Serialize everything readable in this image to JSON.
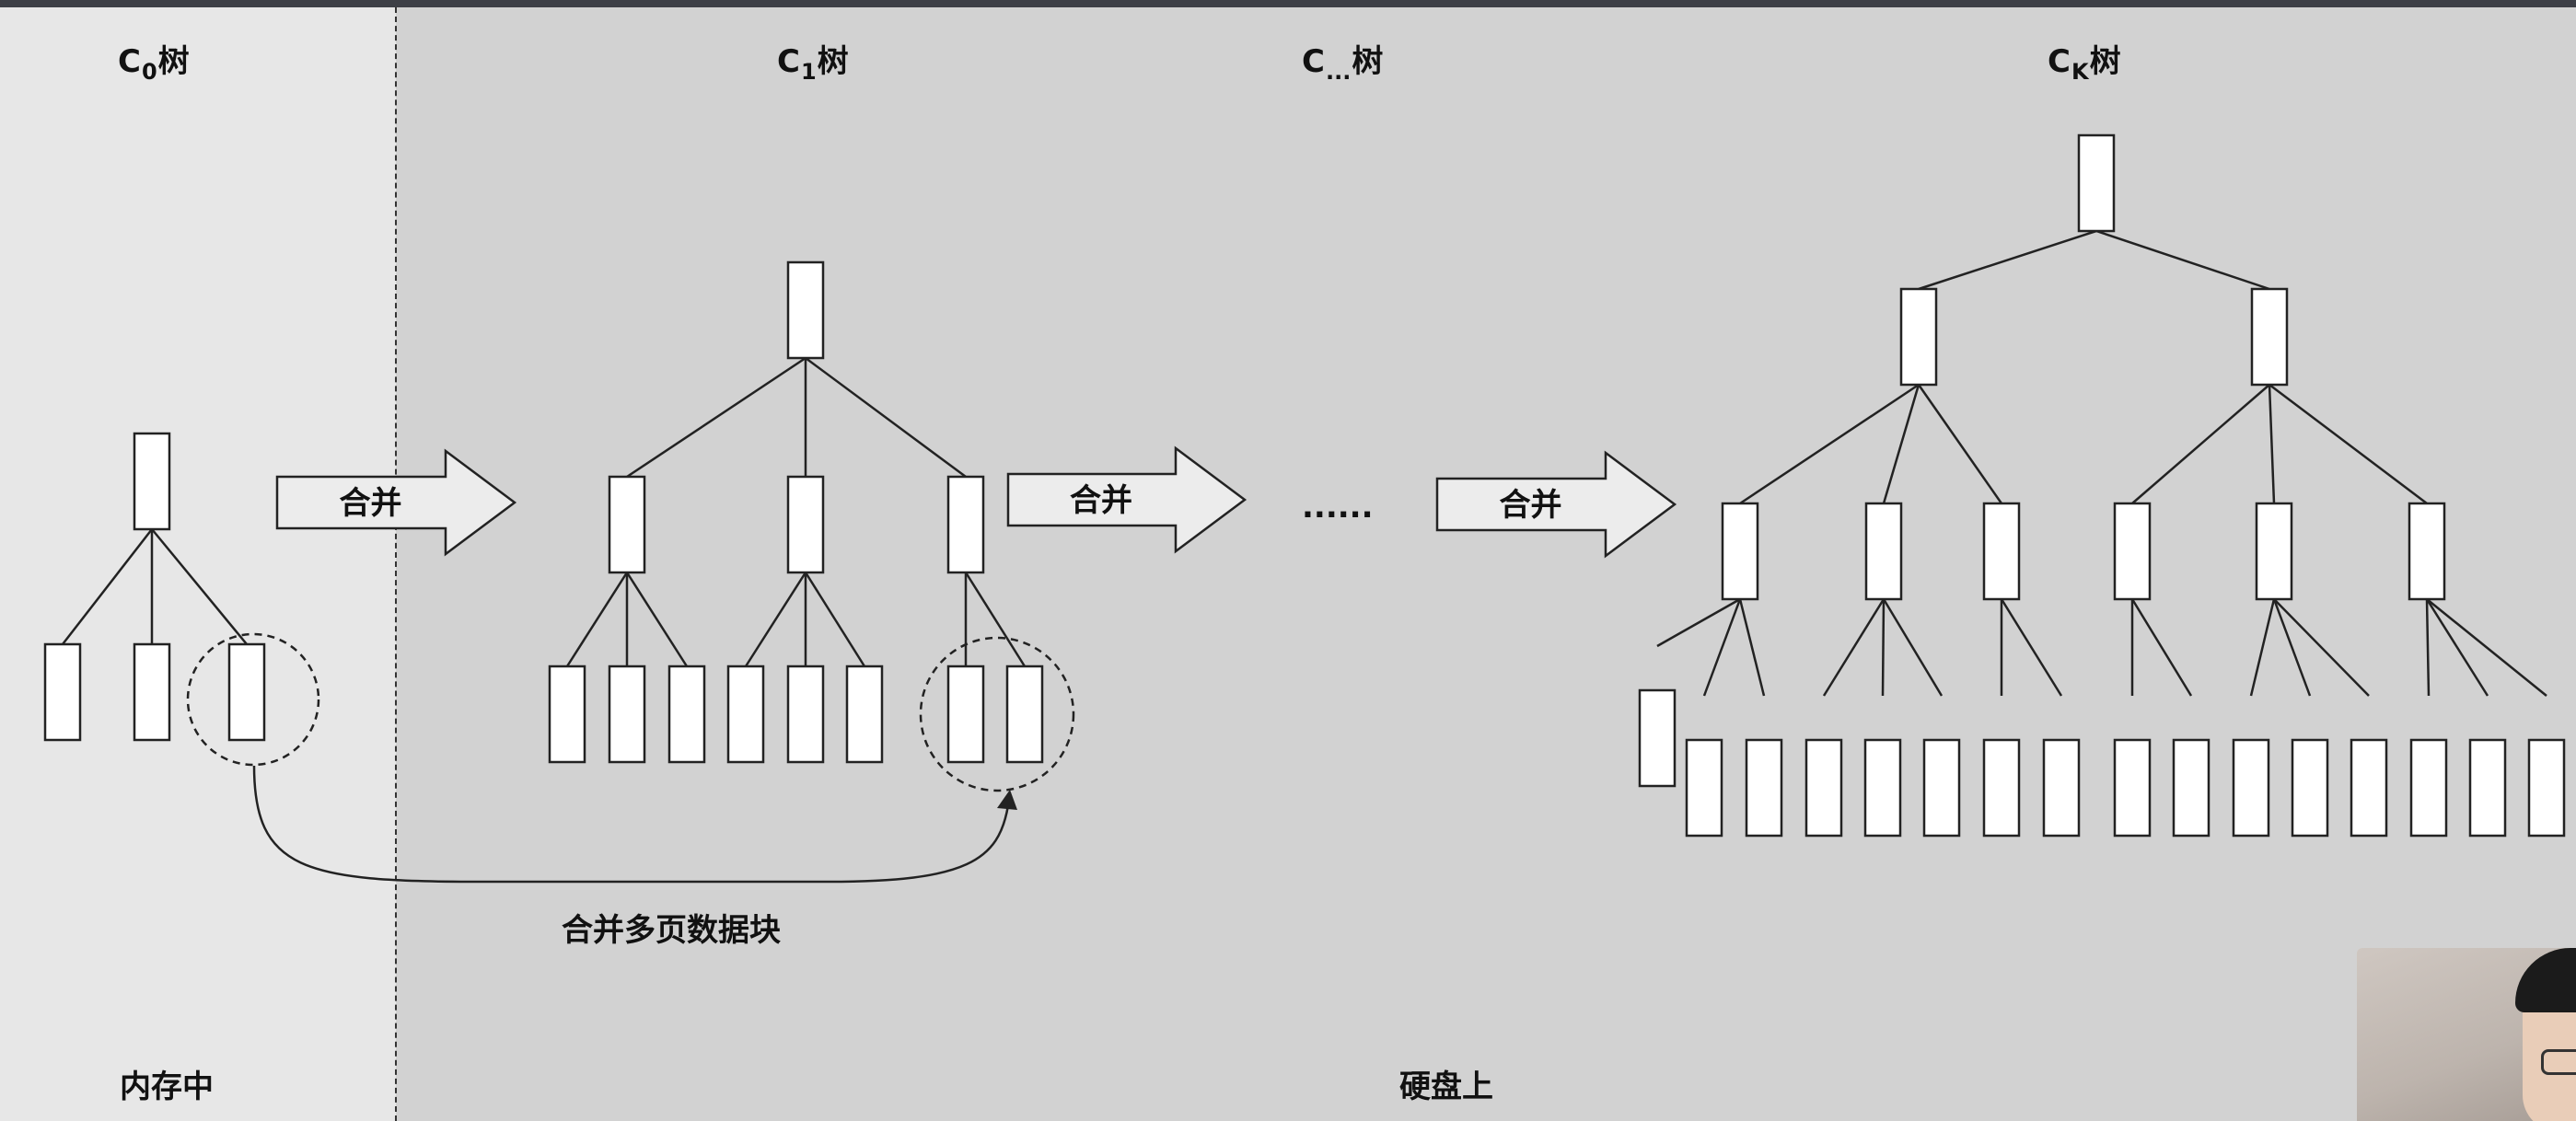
{
  "trees": {
    "c0": {
      "main": "C",
      "sub": "0",
      "suffix": "树"
    },
    "c1": {
      "main": "C",
      "sub": "1",
      "suffix": "树"
    },
    "cdots": {
      "main": "C",
      "sub": "...",
      "suffix": "树"
    },
    "ck": {
      "main": "C",
      "sub": "K",
      "suffix": "树"
    }
  },
  "arrows": {
    "merge_label": "合并"
  },
  "ellipsis": "......",
  "curve_label": "合并多页数据块",
  "zones": {
    "memory": "内存中",
    "disk": "硬盘上"
  },
  "colors": {
    "memory_bg": "#e7e7e7",
    "disk_bg": "#d2d2d2",
    "node_fill": "#ffffff",
    "arrow_fill": "#ececec",
    "stroke": "#222222"
  }
}
